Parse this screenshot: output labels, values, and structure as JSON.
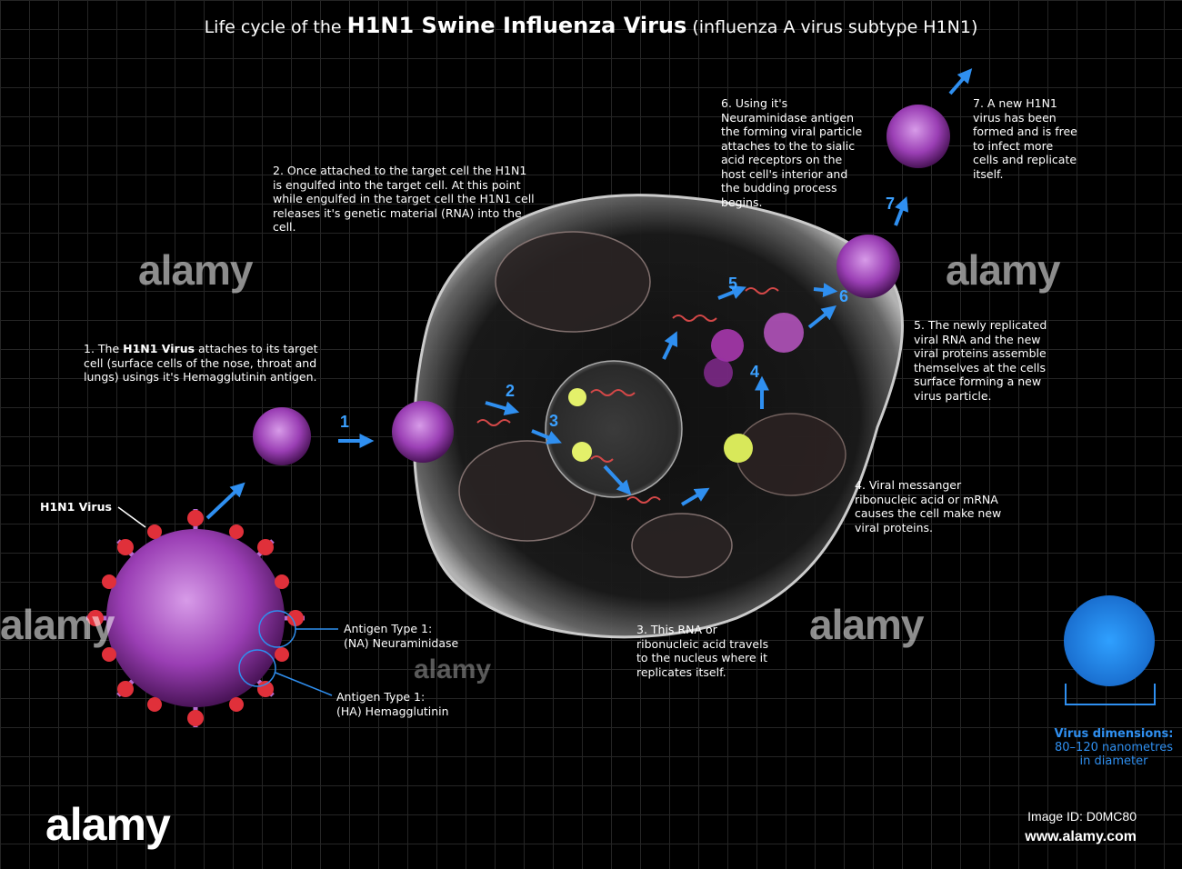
{
  "title": {
    "prefix": "Life cycle of the ",
    "main": "H1N1 Swine Influenza Virus",
    "suffix": " (influenza A virus subtype H1N1)"
  },
  "steps": {
    "s1_pre": "1. The ",
    "s1_bold": "H1N1 Virus",
    "s1_post": " attaches to its target cell (surface cells of the nose, throat and lungs) usings it's Hemagglutinin antigen.",
    "s2": "2. Once attached to the target cell the H1N1 is engulfed into the target cell. At this point while engulfed in the target cell the H1N1 cell releases it's genetic material (RNA) into the cell.",
    "s3": "3. This RNA or ribonucleic acid travels to the nucleus where it replicates itself.",
    "s4": "4. Viral messanger ribonucleic acid or mRNA causes the cell make new viral proteins.",
    "s5": "5. The newly replicated viral RNA and the new viral proteins assemble themselves at the cells surface forming a new virus particle.",
    "s6": "6. Using it's Neuraminidase antigen the forming viral particle attaches to the to sialic acid receptors on the host cell's interior and the budding process begins.",
    "s7": "7. A new H1N1 virus has been formed and is free to infect more cells and replicate itself."
  },
  "labels": {
    "virus": "H1N1 Virus",
    "na_line1": "Antigen Type 1:",
    "na_line2": "(NA) Neuraminidase",
    "ha_line1": "Antigen Type 1:",
    "ha_line2": "(HA) Hemagglutinin"
  },
  "step_numbers": [
    "1",
    "2",
    "3",
    "4",
    "5",
    "6",
    "7"
  ],
  "dimensions": {
    "title": "Virus dimensions:",
    "line1": "80–120 nanometres",
    "line2": "in diameter"
  },
  "footer": {
    "watermark": "alamy",
    "image_id": "Image ID: D0MC80",
    "site": "www.alamy.com"
  },
  "colors": {
    "arrow": "#2f8ff0",
    "virus_body": "#9b3fb5",
    "virus_spike": "#e0303a",
    "cell": "#cfcfcf"
  }
}
